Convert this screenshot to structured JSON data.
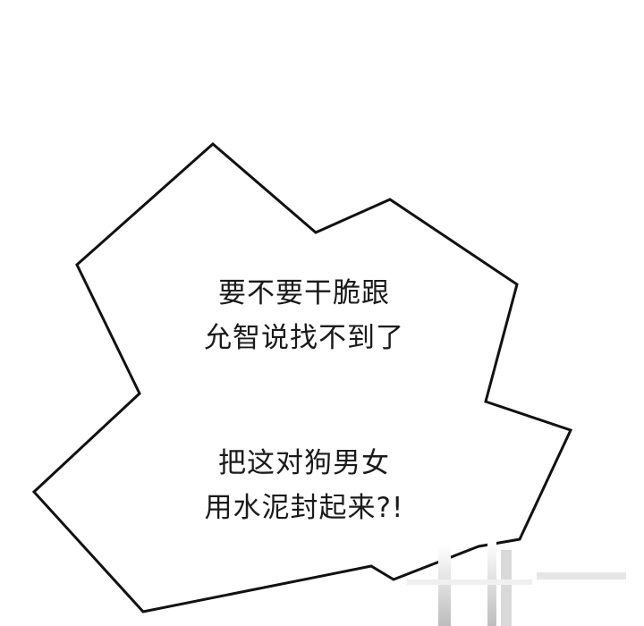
{
  "speech_bubble": {
    "lines": [
      "要不要干脆跟",
      "允智说找不到了",
      "把这对狗男女",
      "用水泥封起来?!"
    ]
  },
  "colors": {
    "background": "#ffffff",
    "outline": "#111111",
    "text": "#1a1a1a"
  }
}
